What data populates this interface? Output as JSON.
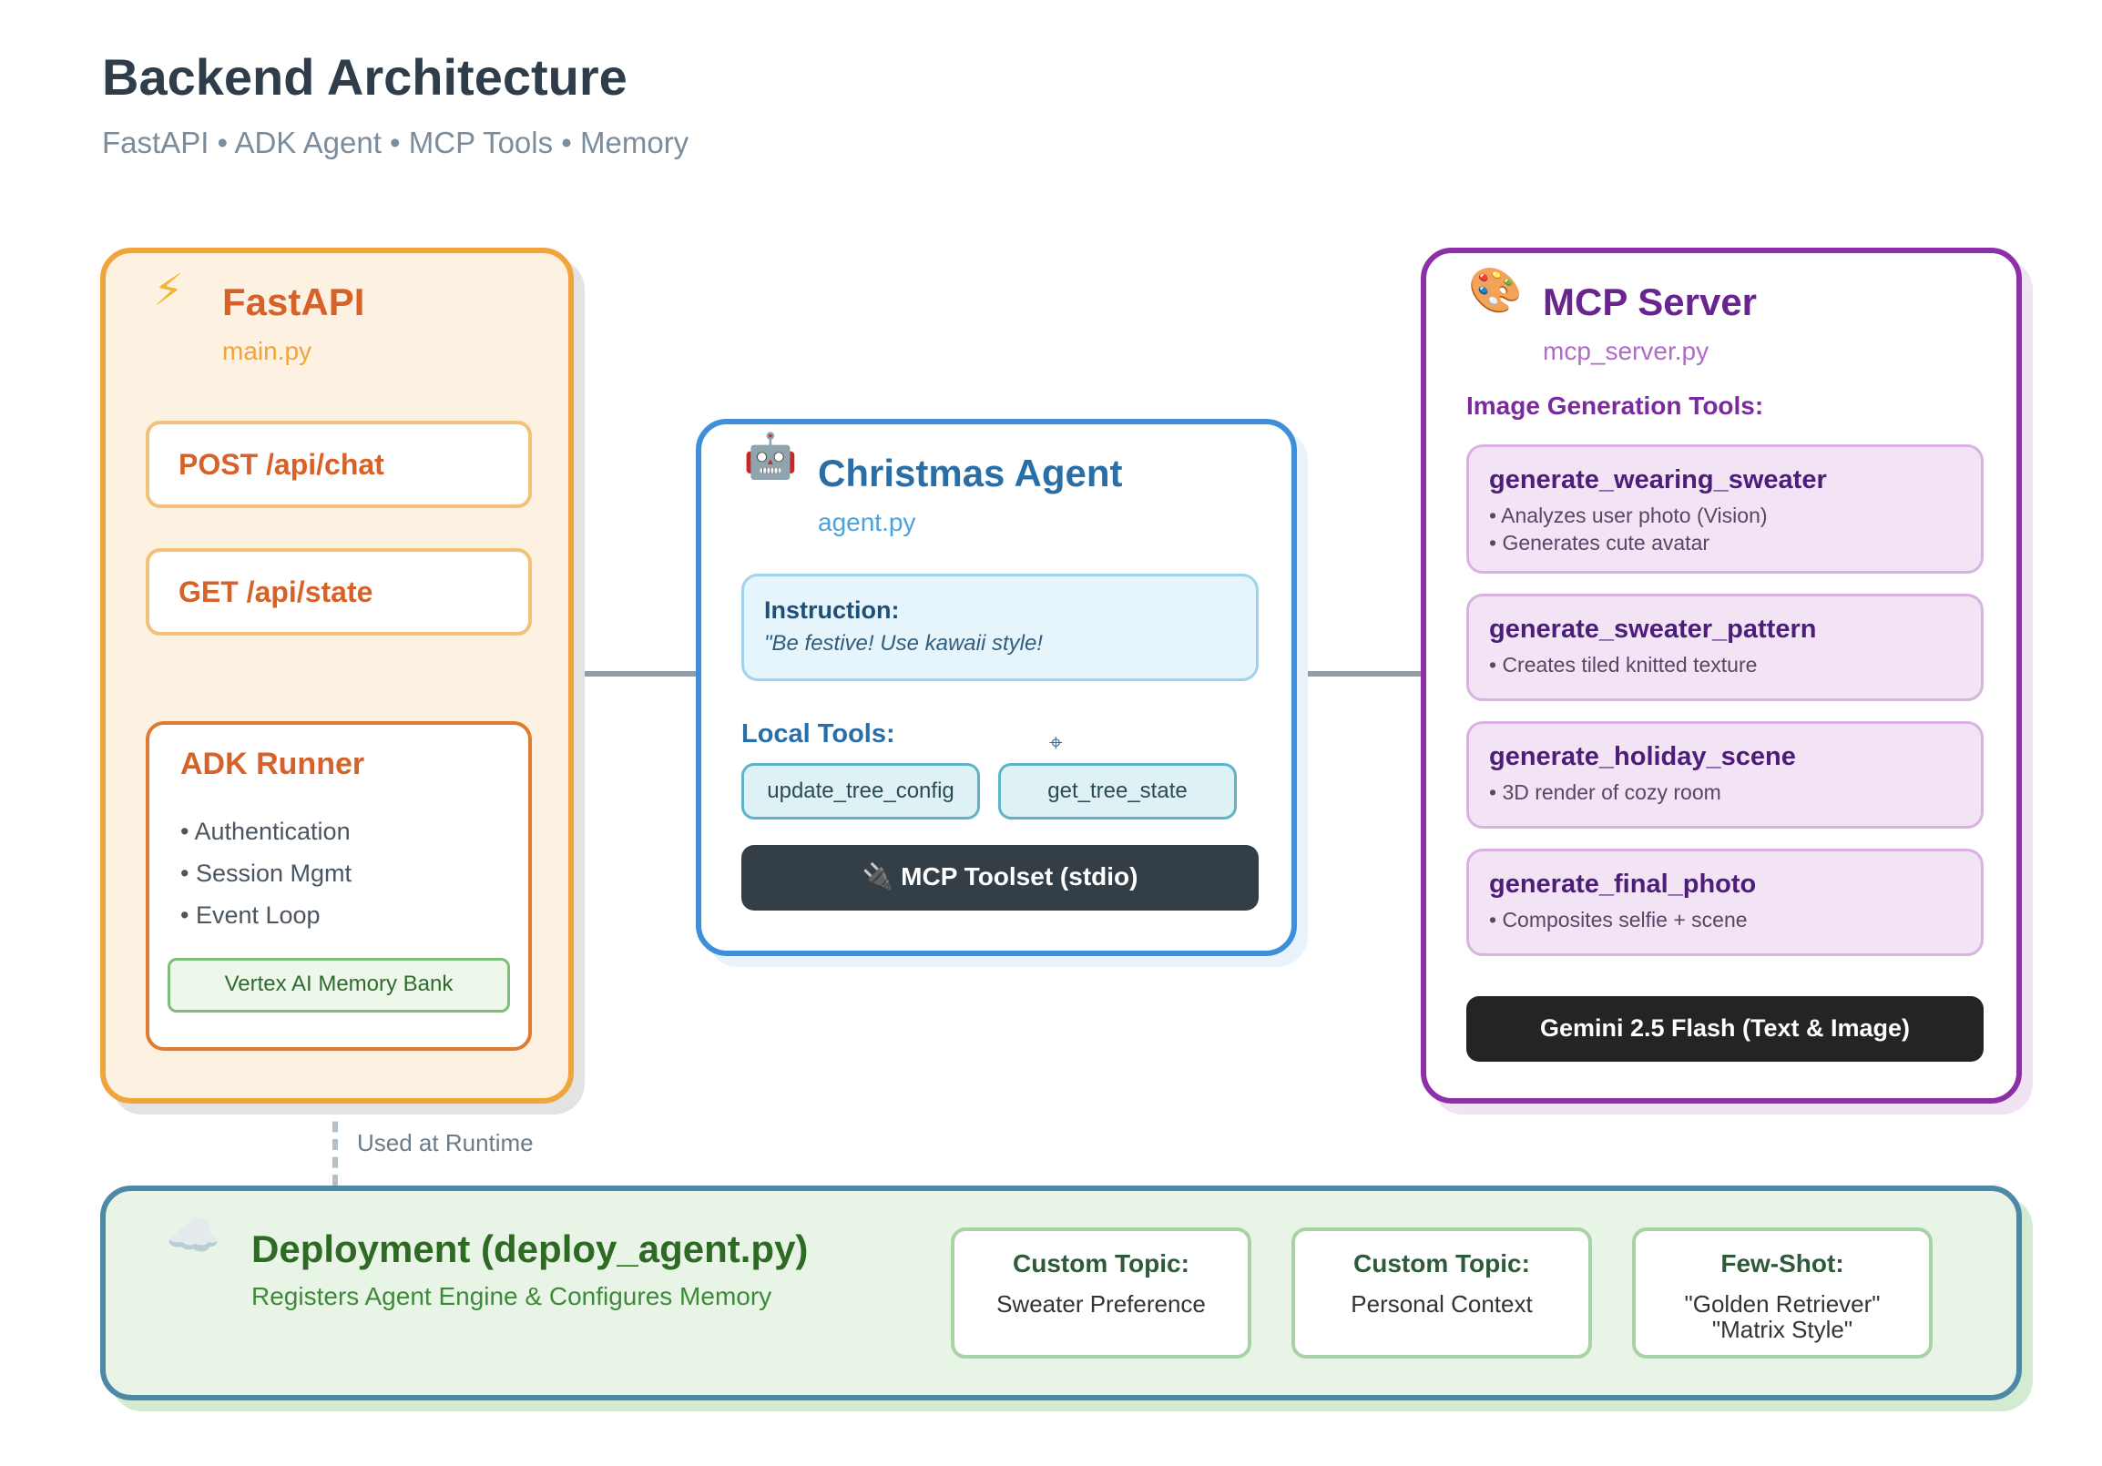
{
  "header": {
    "title": "Backend Architecture",
    "subtitle": "FastAPI • ADK Agent • MCP Tools • Memory"
  },
  "fastapi": {
    "icon": "⚡",
    "icon_name": "lightning-icon",
    "title": "FastAPI",
    "file": "main.py",
    "routes": [
      "POST /api/chat",
      "GET /api/state"
    ],
    "runner": {
      "title": "ADK Runner",
      "items": [
        "• Authentication",
        "• Session Mgmt",
        "• Event Loop"
      ],
      "memory_bank": "Vertex AI Memory Bank"
    }
  },
  "agent": {
    "icon": "🤖",
    "icon_name": "robot-icon",
    "title": "Christmas Agent",
    "file": "agent.py",
    "instruction_label": "Instruction:",
    "instruction_text": "\"Be festive! Use kawaii style!",
    "local_tools_label": "Local Tools:",
    "tools": [
      "update_tree_config",
      "get_tree_state"
    ],
    "toolset": "🔌 MCP Toolset (stdio)"
  },
  "mcp": {
    "icon": "🎨",
    "icon_name": "palette-icon",
    "title": "MCP Server",
    "file": "mcp_server.py",
    "section_label": "Image Generation Tools:",
    "tools": [
      {
        "name": "generate_wearing_sweater",
        "desc": [
          "• Analyzes user photo (Vision)",
          "• Generates cute avatar"
        ]
      },
      {
        "name": "generate_sweater_pattern",
        "desc": [
          "• Creates tiled knitted texture"
        ]
      },
      {
        "name": "generate_holiday_scene",
        "desc": [
          "• 3D render of cozy room"
        ]
      },
      {
        "name": "generate_final_photo",
        "desc": [
          "• Composites selfie + scene"
        ]
      }
    ],
    "model": "Gemini 2.5 Flash (Text & Image)"
  },
  "connector": {
    "runtime_label": "Used at Runtime"
  },
  "deployment": {
    "icon": "☁️",
    "icon_name": "cloud-icon",
    "title": "Deployment (deploy_agent.py)",
    "subtitle": "Registers Agent Engine & Configures Memory",
    "topics": [
      {
        "label": "Custom Topic:",
        "value": "Sweater Preference"
      },
      {
        "label": "Custom Topic:",
        "value": "Personal Context"
      },
      {
        "label": "Few-Shot:",
        "value": "\"Golden Retriever\" \"Matrix Style\""
      }
    ]
  },
  "colors": {
    "fastapi": "#f0a43c",
    "agent": "#3d8fda",
    "mcp": "#8c2fa8",
    "deploy_border": "#4d89a6",
    "deploy_fill": "#e7f4e6",
    "title": "#2f3d4a"
  }
}
